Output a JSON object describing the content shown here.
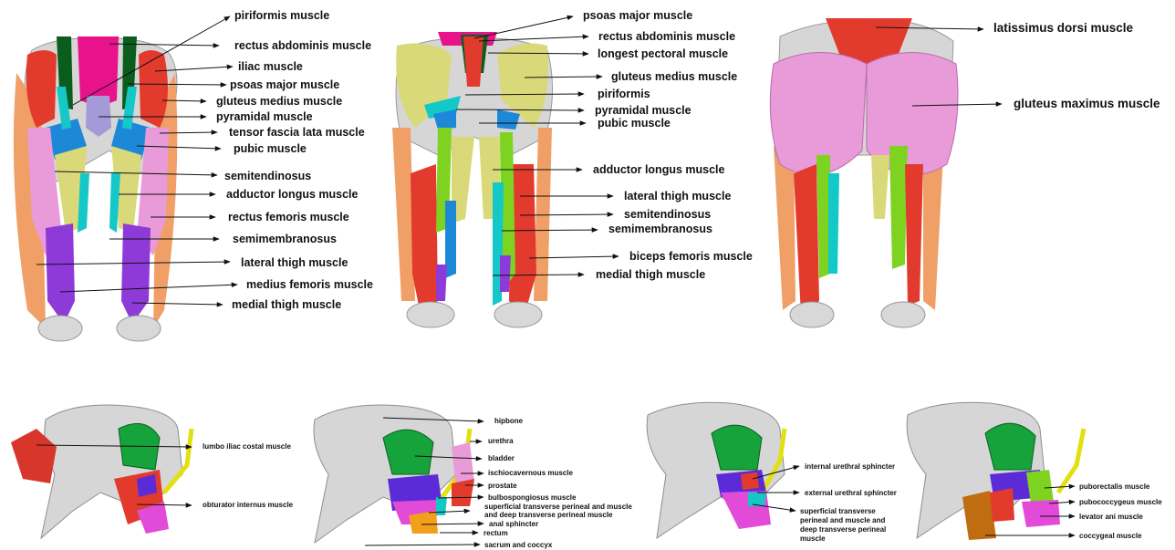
{
  "colors": {
    "bone": "#dcdcdc",
    "bone_shadow": "#a9a9a9",
    "red": "#e23b2e",
    "pink": "#e8128a",
    "dark_green": "#0b5d1e",
    "green": "#7ed321",
    "yellow": "#d9d97a",
    "blue": "#1e88d8",
    "cyan": "#14c8c8",
    "light_pink": "#e99ad8",
    "purple": "#8e3ad8",
    "orange": "#f5a05a",
    "violet": "#5b2bd8",
    "magenta": "#e24ad8",
    "green_organ": "#16a33b",
    "brown": "#c06c10",
    "lavender": "#a59ad8"
  },
  "panel1": {
    "labels": [
      "piriformis muscle",
      "rectus abdominis muscle",
      "iliac muscle",
      "psoas major muscle",
      "gluteus medius muscle",
      "pyramidal muscle",
      "tensor fascia lata muscle",
      "pubic muscle",
      "semitendinosus",
      "adductor longus muscle",
      "rectus femoris muscle",
      "semimembranosus",
      "lateral thigh muscle",
      "medius femoris muscle",
      "medial thigh muscle"
    ]
  },
  "panel2": {
    "labels": [
      "psoas major muscle",
      "rectus abdominis muscle",
      "longest pectoral muscle",
      "gluteus medius muscle",
      "piriformis",
      "pyramidal muscle",
      "pubic muscle",
      "adductor longus muscle",
      "lateral thigh muscle",
      "semitendinosus",
      "semimembranosus",
      "biceps femoris muscle",
      "medial thigh muscle"
    ]
  },
  "panel3": {
    "labels": [
      "latissimus dorsi muscle",
      "gluteus maximus muscle"
    ]
  },
  "panel4": {
    "labels": [
      "lumbo iliac costal muscle",
      "obturator internus muscle"
    ]
  },
  "panel5": {
    "labels": [
      "hipbone",
      "urethra",
      "bladder",
      "ischiocavernous muscle",
      "prostate",
      "bulbospongiosus muscle",
      "superficial transverse perineal and muscle",
      "and deep transverse perineal muscle",
      "anal sphincter",
      "rectum",
      "sacrum and coccyx"
    ]
  },
  "panel6": {
    "labels": [
      "internal urethral sphincter",
      "external urethral sphincter",
      "superficial transverse perineal and muscle and deep transverse perineal muscle"
    ]
  },
  "panel7": {
    "labels": [
      "puborectalis muscle",
      "pubococcygeus muscle",
      "levator ani muscle",
      "coccygeal muscle"
    ]
  }
}
